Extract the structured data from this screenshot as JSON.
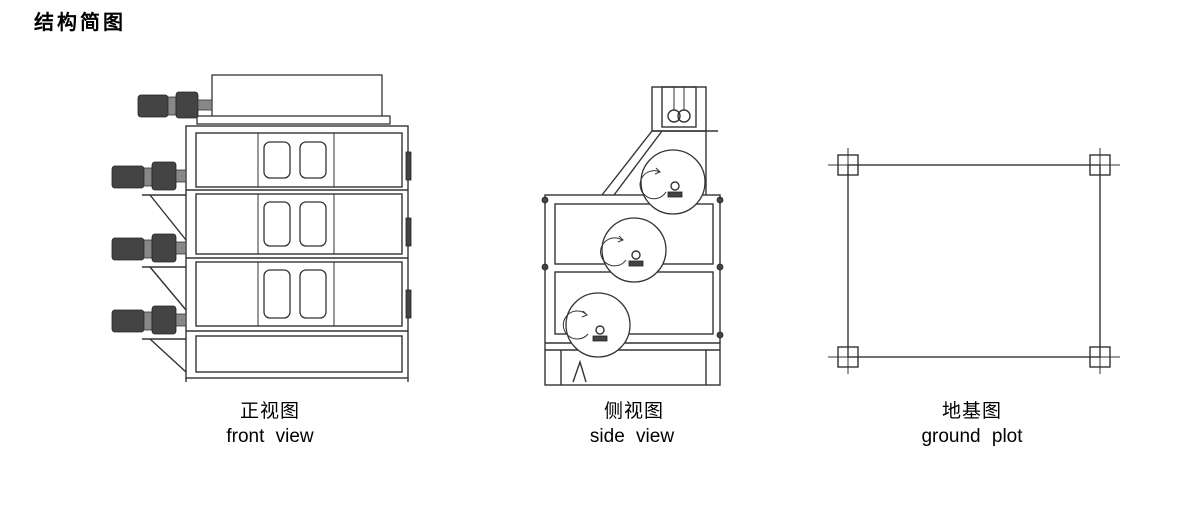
{
  "page": {
    "title": "结构简图"
  },
  "views": [
    {
      "name_cn": "正视图",
      "name_en": "front  view"
    },
    {
      "name_cn": "侧视图",
      "name_en": "side  view"
    },
    {
      "name_cn": "地基图",
      "name_en": "ground   plot"
    }
  ]
}
